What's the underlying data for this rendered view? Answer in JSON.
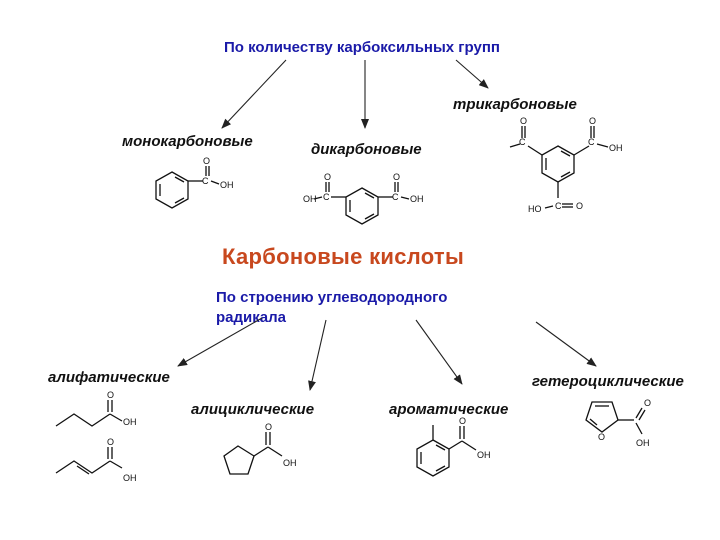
{
  "diagram": {
    "title": "Карбоновые кислоты",
    "group_by_count": {
      "label": "По количеству карбоксильных групп",
      "categories": [
        "монокарбоновые",
        "дикарбоновые",
        "трикарбоновые"
      ]
    },
    "group_by_radical": {
      "label": "По строению углеводородного радикала",
      "categories": [
        "алифатические",
        "алициклические",
        "ароматические",
        "гетероциклические"
      ]
    },
    "atoms": {
      "carbon": "C",
      "oxygen": "O",
      "hydroxyl": "OH",
      "hydroxyl_left": "HO"
    }
  }
}
